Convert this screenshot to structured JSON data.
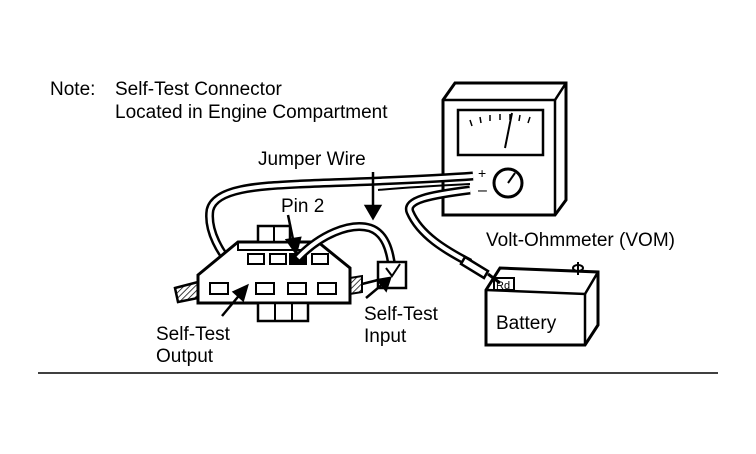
{
  "note": {
    "prefix": "Note:",
    "line1": "Self-Test Connector",
    "line2": "Located in Engine Compartment"
  },
  "labels": {
    "jumper_wire": "Jumper Wire",
    "pin2": "Pin 2",
    "vom": "Volt-Ohmmeter (VOM)",
    "battery": "Battery",
    "self_test_output_1": "Self-Test",
    "self_test_output_2": "Output",
    "self_test_input_1": "Self-Test",
    "self_test_input_2": "Input"
  },
  "colors": {
    "ink": "#000000",
    "paper": "#ffffff"
  }
}
